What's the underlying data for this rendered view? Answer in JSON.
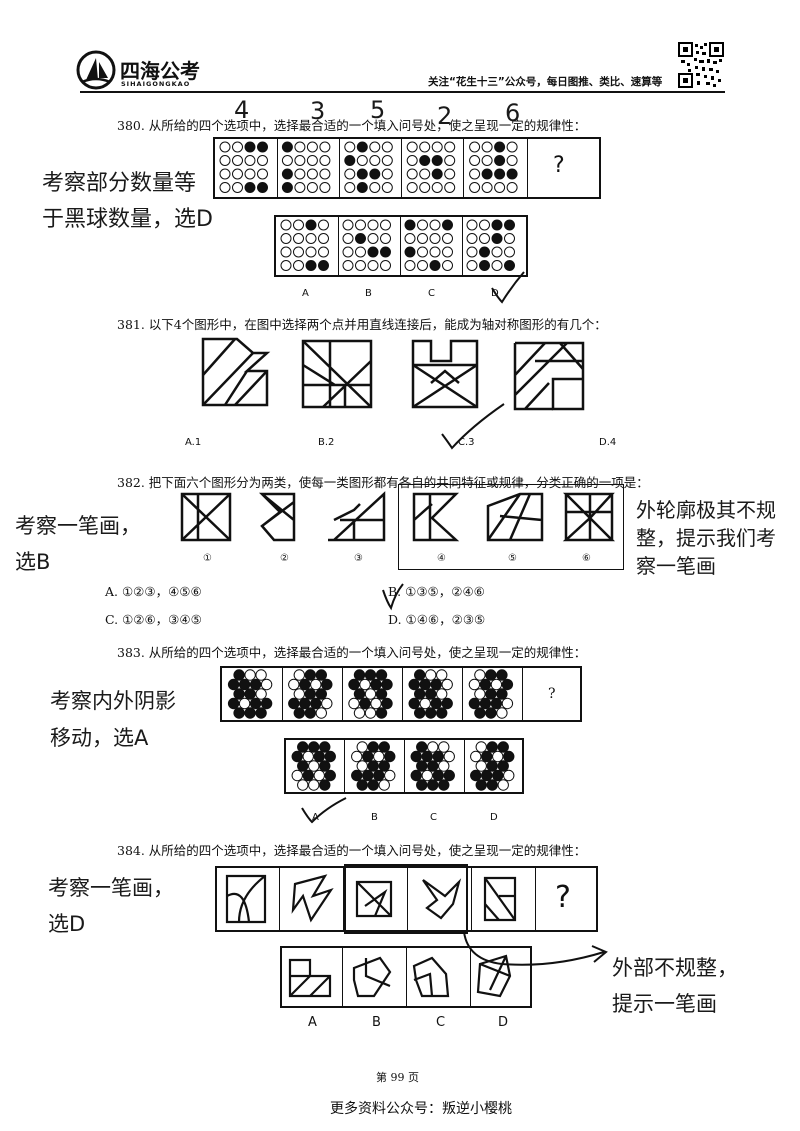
{
  "header": {
    "logo_text": "四海公考",
    "logo_sub": "SIHAIGONGKAO",
    "right_text": "关注“花生十三”公众号，每日图推、类比、速算等"
  },
  "q380": {
    "stem": "380. 从所给的四个选项中，选择最合适的一个填入问号处，使之呈现一定的规律性：",
    "qmark": "?",
    "options": [
      "A",
      "B",
      "C",
      "D"
    ],
    "handwritten_numbers": [
      "4",
      "3",
      "5",
      "2",
      "6"
    ],
    "note_line1": "考察部分数量等",
    "note_line2": "于黑球数量，选D"
  },
  "q381": {
    "stem": "381. 以下4个图形中，在图中选择两个点并用直线连接后，能成为轴对称图形的有几个：",
    "options": [
      "A.1",
      "B.2",
      "C.3",
      "D.4"
    ]
  },
  "q382": {
    "stem": "382. 把下面六个图形分为两类，使每一类图形都有各自的共同特征或规律，分类正确的一项是：",
    "figure_labels": [
      "①",
      "②",
      "③",
      "④",
      "⑤",
      "⑥"
    ],
    "choices": [
      "A. ①②③，④⑤⑥",
      "B. ①③⑤，②④⑥",
      "C. ①②⑥，③④⑤",
      "D. ①④⑥，②③⑤"
    ],
    "note_left_1": "考察一笔画，",
    "note_left_2": "选B",
    "note_right_1": "外轮廓极其不规",
    "note_right_2": "整，提示我们考",
    "note_right_3": "察一笔画"
  },
  "q383": {
    "stem": "383. 从所给的四个选项中，选择最合适的一个填入问号处，使之呈现一定的规律性：",
    "qmark": "?",
    "options": [
      "A",
      "B",
      "C",
      "D"
    ],
    "note_1": "考察内外阴影",
    "note_2": "移动，选A"
  },
  "q384": {
    "stem": "384. 从所给的四个选项中，选择最合适的一个填入问号处，使之呈现一定的规律性：",
    "qmark": "?",
    "options": [
      "A",
      "B",
      "C",
      "D"
    ],
    "note_left_1": "考察一笔画，",
    "note_left_2": "选D",
    "note_right_1": "外部不规整，",
    "note_right_2": "提示一笔画"
  },
  "page_number": "第 99 页",
  "footer": "更多资料公众号：叛逆小樱桃"
}
